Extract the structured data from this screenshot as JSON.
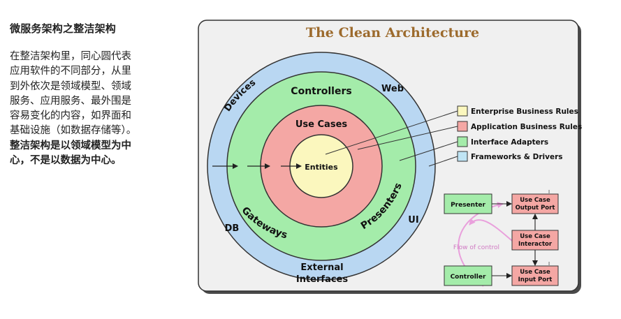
{
  "heading": "微服务架构之整洁架构",
  "paragraph_lines": [
    "在整洁架构里，同心圆代表",
    "应用软件的不同部分，从里",
    "到外依次是领域模型、领域",
    "服务、应用服务、最外围是",
    "容易变化的内容，如界面和",
    "基础设施（如数据存储等）。"
  ],
  "emphasis_lines": [
    "整洁架构是以领域模型为中",
    "心，不是以数据为中心。"
  ],
  "diagram": {
    "title": "The Clean Architecture",
    "rings": {
      "outer": {
        "color": "#b9d7f2",
        "labels": {
          "devices": "Devices",
          "web": "Web",
          "ui": "UI",
          "db": "DB",
          "external_1": "External",
          "external_2": "Interfaces"
        }
      },
      "green": {
        "color": "#a4ecaa",
        "labels": {
          "controllers": "Controllers",
          "gateways": "Gateways",
          "presenters": "Presenters"
        }
      },
      "red": {
        "color": "#f4a7a4",
        "labels": {
          "use_cases": "Use Cases"
        }
      },
      "core": {
        "color": "#fbf7be",
        "labels": {
          "entities": "Entities"
        }
      }
    },
    "legend": [
      {
        "label": "Enterprise Business Rules",
        "color": "#fbf7be"
      },
      {
        "label": "Application Business Rules",
        "color": "#f4a7a4"
      },
      {
        "label": "Interface Adapters",
        "color": "#a4ecaa"
      },
      {
        "label": "Frameworks & Drivers",
        "color": "#bfe4f4"
      }
    ],
    "flow": {
      "presenter": "Presenter",
      "controller": "Controller",
      "output_port_1": "Use Case",
      "output_port_2": "Output Port",
      "interactor_1": "Use Case",
      "interactor_2": "Interactor",
      "input_port_1": "Use Case",
      "input_port_2": "Input Port",
      "flow_label": "Flow of control",
      "interface_mark": "I"
    }
  }
}
